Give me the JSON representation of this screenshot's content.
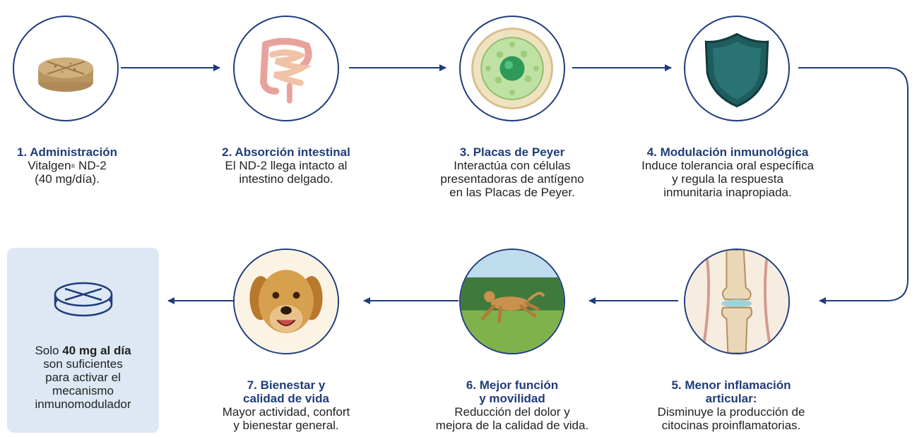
{
  "steps": [
    {
      "id": "administracion",
      "title": "1. Administración",
      "desc_pre": "Vitalgen",
      "desc_sup": "®",
      "desc_post": " ND-2\n(40 mg/día).",
      "icon": "tablet-icon"
    },
    {
      "id": "absorcion",
      "title": "2. Absorción intestinal",
      "desc": "El ND-2 llega intacto al\nintestino delgado.",
      "icon": "intestine-icon"
    },
    {
      "id": "peyer",
      "title": "3. Placas de Peyer",
      "desc": "Interactúa con células\npresentadoras de antígeno\nen las Placas de Peyer.",
      "icon": "peyer-patch-icon"
    },
    {
      "id": "modulacion",
      "title": "4. Modulación inmunológica",
      "desc": "Induce tolerancia oral específica\ny regula la respuesta\ninmunitaria inapropiada.",
      "icon": "shield-icon"
    },
    {
      "id": "inflamacion",
      "title": "5. Menor inflamación\narticular:",
      "desc": "Disminuye la producción de\ncitocinas proinflamatorias.",
      "icon": "knee-joint-icon"
    },
    {
      "id": "funcion",
      "title": "6. Mejor función\ny movilidad",
      "desc": "Reducción del dolor y\nmejora de la calidad de vida.",
      "icon": "running-dog-icon"
    },
    {
      "id": "bienestar",
      "title": "7. Bienestar y\ncalidad de vida",
      "desc": "Mayor actividad, confort\ny bienestar general.",
      "icon": "happy-dog-icon"
    }
  ],
  "note": {
    "line_pre": "Solo ",
    "line_bold": "40 mg al día",
    "line_post": "\nson suficientes\npara activar el\nmecanismo\ninmunomodulador",
    "icon": "tablet-outline-icon"
  },
  "colors": {
    "navy": "#1f3c7a",
    "note_bg": "#dde8f4"
  }
}
